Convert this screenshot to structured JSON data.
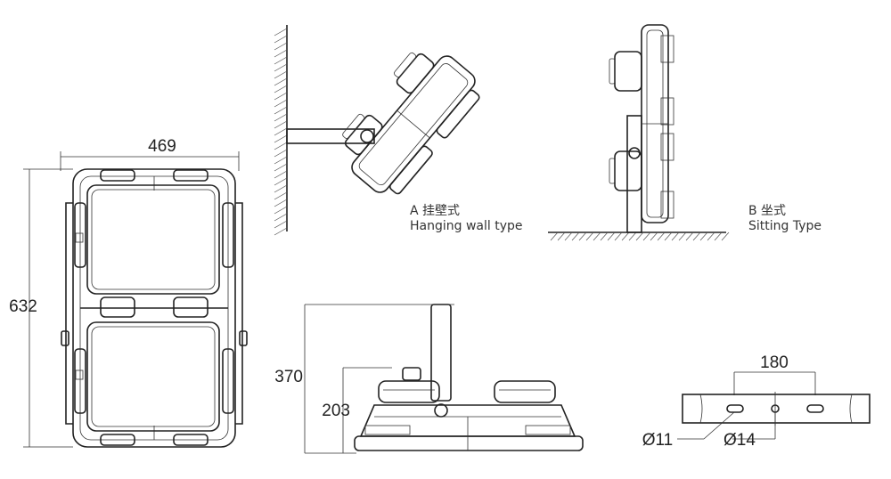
{
  "front_view": {
    "width_label": "469",
    "height_label": "632"
  },
  "wall_mount": {
    "caption_title": "A 挂壁式",
    "caption_subtitle": "Hanging wall type"
  },
  "seat_mount": {
    "caption_title": "B 坐式",
    "caption_subtitle": "Sitting Type"
  },
  "side_view": {
    "total_height_label": "370",
    "body_height_label": "203"
  },
  "bracket": {
    "hole_spacing_label": "180",
    "slot_label": "Ø11",
    "hole_label": "Ø14"
  }
}
